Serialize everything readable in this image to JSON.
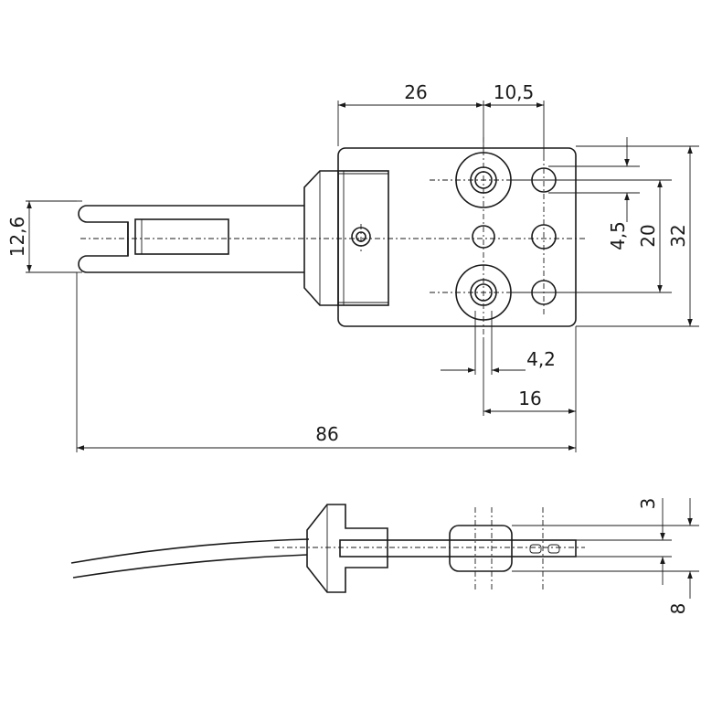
{
  "drawing": {
    "colors": {
      "line": "#1a1a1a",
      "background": "#ffffff"
    },
    "dimensions": {
      "top_width_left": "26",
      "top_width_right": "10,5",
      "right_small": "4,5",
      "right_mid": "20",
      "right_total": "32",
      "left_height": "12,6",
      "bottom_hole": "4,2",
      "bottom_spacing": "16",
      "overall_length": "86",
      "side_thickness": "3",
      "side_total": "8"
    }
  }
}
